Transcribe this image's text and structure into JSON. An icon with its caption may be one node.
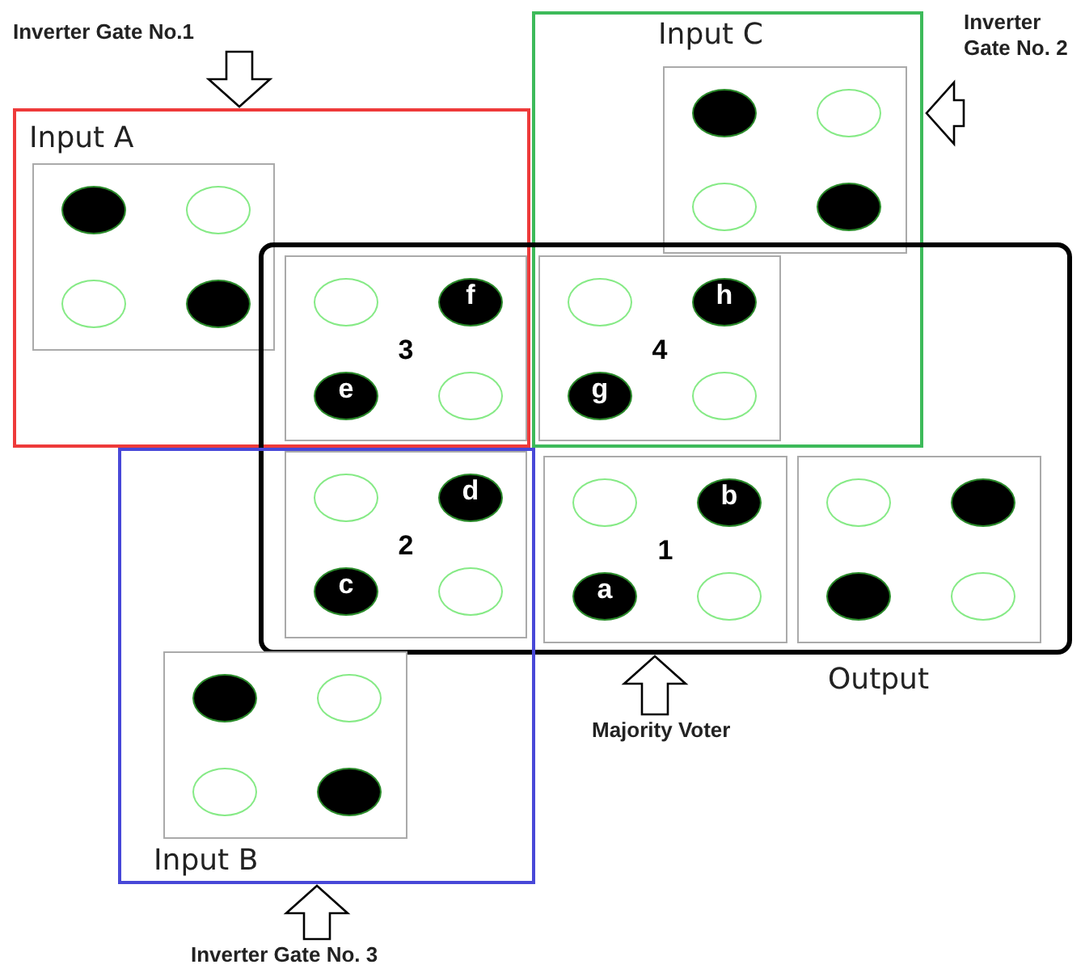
{
  "diagram": {
    "nodes": [
      {
        "text": [
          "Inverter Gate No.1"
        ]
      },
      {
        "text": [
          "Input A"
        ]
      },
      {
        "text": [],
        "shape": "box",
        "in": 1
      },
      {
        "text": [],
        "shape": "disc",
        "in": 2
      },
      {
        "text": [],
        "shape": "circle",
        "in": 2
      },
      {
        "text": [],
        "shape": "circle",
        "in": 2
      },
      {
        "text": [],
        "shape": "disc",
        "in": 2
      },
      {
        "text": [
          "Input C"
        ]
      },
      {
        "text": [],
        "shape": "box",
        "in": 7
      },
      {
        "text": [],
        "shape": "disc",
        "in": 8
      },
      {
        "text": [],
        "shape": "circle",
        "in": 8
      },
      {
        "text": [],
        "shape": "circle",
        "in": 8
      },
      {
        "text": [],
        "shape": "disc",
        "in": 8
      },
      {
        "text": [
          "Inverter Gate No. 2"
        ]
      },
      {
        "text": [],
        "shape": "box"
      },
      {
        "text": [
          "3"
        ]
      },
      {
        "text": [],
        "shape": "circle",
        "in": 15
      },
      {
        "text": [
          "f"
        ],
        "in": 15
      },
      {
        "text": [
          "e"
        ],
        "in": 15
      },
      {
        "text": [],
        "shape": "circle",
        "in": 15
      },
      {
        "text": [
          "4"
        ]
      },
      {
        "text": [],
        "shape": "circle",
        "in": 20
      },
      {
        "text": [
          "h"
        ],
        "in": 20
      },
      {
        "text": [
          "g"
        ],
        "in": 20
      },
      {
        "text": [],
        "shape": "circle",
        "in": 20
      },
      {
        "text": [
          "2"
        ]
      },
      {
        "text": [],
        "shape": "circle",
        "in": 25
      },
      {
        "text": [
          "d"
        ],
        "in": 25
      },
      {
        "text": [
          "c"
        ],
        "in": 25
      },
      {
        "text": [],
        "shape": "circle",
        "in": 25
      },
      {
        "text": [
          "1"
        ],
        "in": 14
      },
      {
        "text": [],
        "shape": "circle",
        "in": 30
      },
      {
        "text": [
          "b"
        ],
        "in": 30
      },
      {
        "text": [
          "a"
        ],
        "in": 30
      },
      {
        "text": [],
        "shape": "circle",
        "in": 30
      },
      {
        "text": [],
        "shape": "box",
        "beside": [
          "Output"
        ],
        "in": 14
      },
      {
        "text": [],
        "shape": "circle",
        "in": 35
      },
      {
        "text": [],
        "shape": "disc",
        "in": 35
      },
      {
        "text": [],
        "shape": "disc",
        "in": 35
      },
      {
        "text": [],
        "shape": "circle",
        "in": 35
      },
      {
        "text": [
          "Input B"
        ]
      },
      {
        "text": [],
        "shape": "box",
        "in": 40
      },
      {
        "text": [],
        "shape": "disc",
        "in": 41
      },
      {
        "text": [],
        "shape": "circle",
        "in": 41
      },
      {
        "text": [],
        "shape": "circle",
        "in": 41
      },
      {
        "text": [],
        "shape": "disc",
        "in": 41
      },
      {
        "text": [
          "Majority Voter"
        ]
      },
      {
        "text": [
          "Inverter Gate No. 3"
        ]
      }
    ],
    "edges": [
      {
        "from": 0,
        "to": 1,
        "arrow": "to"
      },
      {
        "from": 13,
        "to": 7,
        "arrow": "to"
      },
      {
        "from": 46,
        "to": 14,
        "arrow": "to"
      },
      {
        "from": 47,
        "to": 40,
        "arrow": "to"
      }
    ]
  }
}
